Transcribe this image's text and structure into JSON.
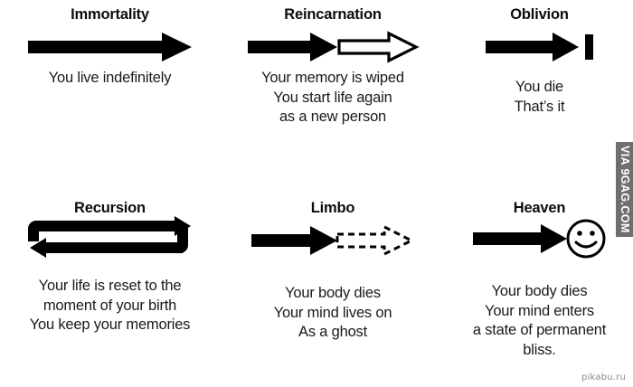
{
  "image": {
    "kind": "infographic-meme",
    "title_row_count": 2,
    "background_color": "#ffffff",
    "ink_color": "#111111"
  },
  "panels": [
    {
      "id": "immortality",
      "title": "Immortality",
      "diagram": "solid-arrow",
      "caption_lines": [
        "You live indefinitely"
      ]
    },
    {
      "id": "reincarnation",
      "title": "Reincarnation",
      "diagram": "solid-arrow-then-outline-arrow",
      "caption_lines": [
        "Your memory is wiped",
        "You start life again",
        "as a new person"
      ]
    },
    {
      "id": "oblivion",
      "title": "Oblivion",
      "diagram": "solid-arrow-into-wall",
      "caption_lines": [
        "You die",
        "That’s it"
      ]
    },
    {
      "id": "recursion",
      "title": "Recursion",
      "diagram": "loop-arrow",
      "caption_lines": [
        "Your life is reset to the",
        "moment of your birth",
        "You keep your memories"
      ]
    },
    {
      "id": "limbo",
      "title": "Limbo",
      "diagram": "solid-arrow-then-dashed-arrow",
      "caption_lines": [
        "Your body dies",
        "Your mind lives on",
        "As a ghost"
      ]
    },
    {
      "id": "heaven",
      "title": "Heaven",
      "diagram": "solid-arrow-to-smiley",
      "caption_lines": [
        "Your body dies",
        "Your mind enters",
        "a state of permanent",
        "bliss."
      ]
    }
  ],
  "watermarks": {
    "side_label": "VIA 9GAG.COM",
    "side_background": "#6f6f6f",
    "side_text_color": "#ffffff",
    "corner_label": "pikabu.ru",
    "corner_text_color": "#8a8a8a"
  }
}
